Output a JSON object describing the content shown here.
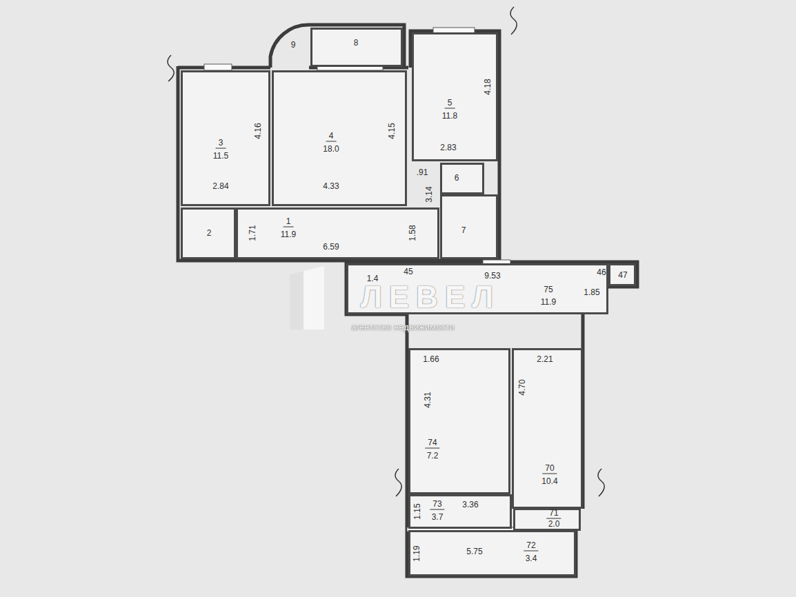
{
  "diagram": {
    "nodes": [
      {
        "text": [
          "9"
        ]
      },
      {
        "text": [
          "8"
        ]
      },
      {
        "text": [
          "3",
          "11.5",
          "4.16",
          "2.84"
        ]
      },
      {
        "text": [
          "4",
          "18.0",
          "4.15",
          "4.33"
        ]
      },
      {
        "text": [
          "5",
          "11.8",
          "4.18",
          "2.83"
        ]
      },
      {
        "text": [
          "2"
        ]
      },
      {
        "text": [
          "1",
          "11.9",
          "1.71",
          "6.59",
          "1.58"
        ]
      },
      {
        "text": [
          "6"
        ]
      },
      {
        "text": [
          "7"
        ]
      },
      {
        "text": [
          "1.4",
          "9.53",
          "75",
          "11.9",
          "1.85"
        ]
      },
      {
        "text": [
          "47"
        ]
      },
      {
        "text": [
          "74",
          "7.2",
          "1.66",
          "4.31"
        ]
      },
      {
        "text": [
          "70",
          "10.4",
          "2.21",
          "4.70"
        ]
      },
      {
        "text": [
          "73",
          "3.7",
          "1.15",
          "3.36"
        ]
      },
      {
        "text": [
          "71",
          "2.0"
        ]
      },
      {
        "text": [
          "72",
          "3.4",
          "1.19",
          "5.75"
        ]
      }
    ],
    "labels": [
      "45",
      "46",
      ".91",
      "3.14",
      "ЛЕВЕЛ",
      "агентство недвижимости"
    ]
  }
}
